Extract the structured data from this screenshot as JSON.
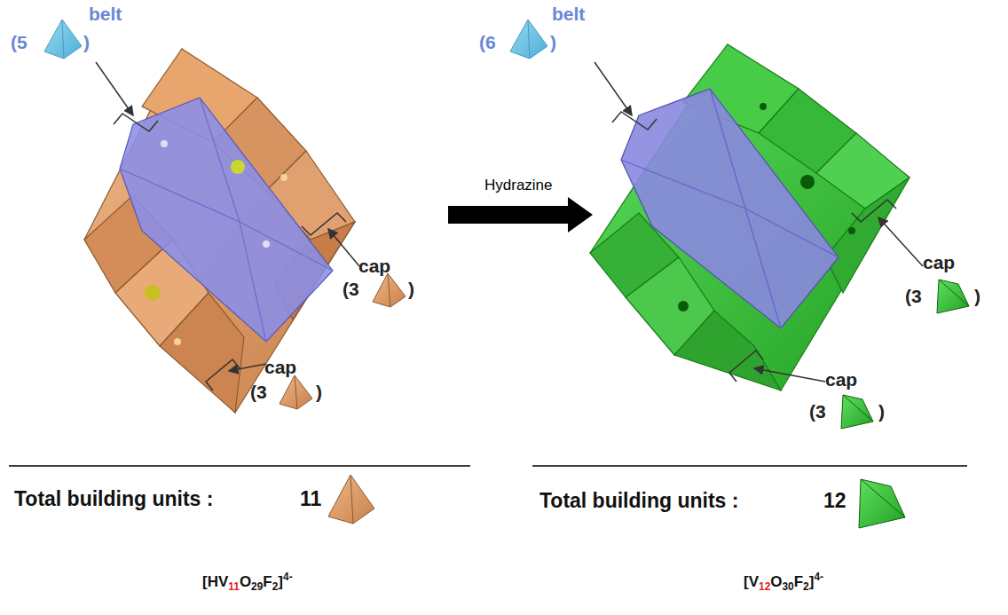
{
  "diagram": {
    "labels": [
      "belt",
      "(5",
      ")",
      "belt",
      "(6",
      ")",
      "Hydrazine",
      "cap",
      "(3",
      ")",
      "cap",
      "(3",
      ")",
      "cap",
      "(3",
      ")",
      "cap",
      "(3",
      ")",
      "Total building units :",
      "11",
      "Total building units :",
      "12",
      "[HV11O29F2]4-",
      "[V12O30F2]4-"
    ]
  }
}
